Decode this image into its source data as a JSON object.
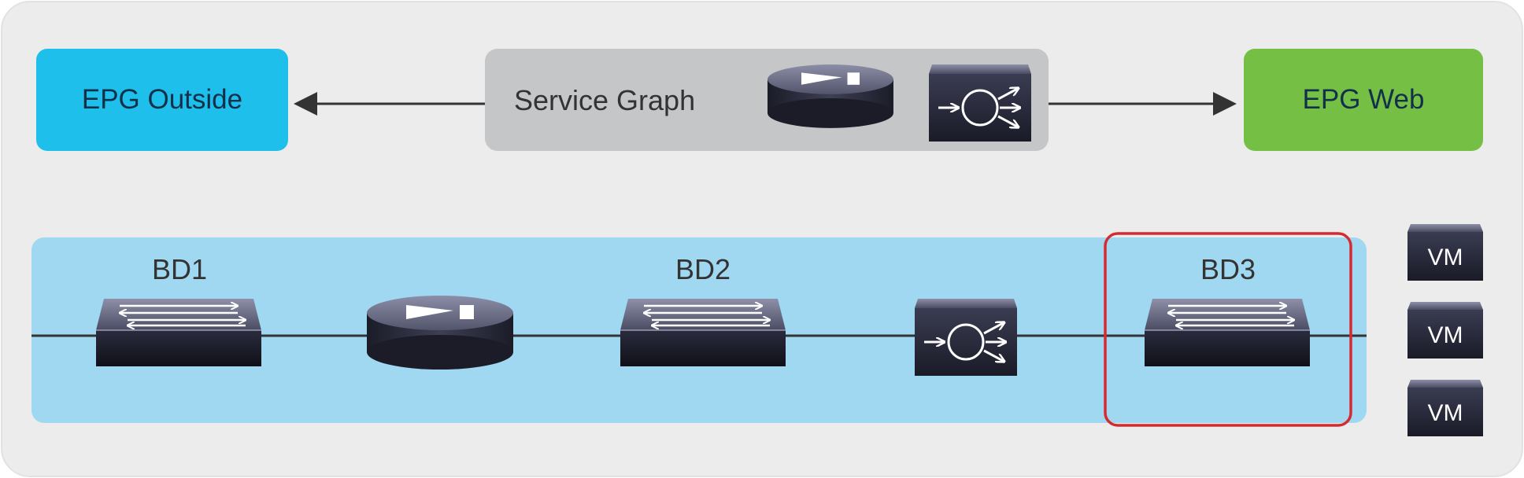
{
  "diagram": {
    "epg_outside": {
      "label": "EPG Outside",
      "color": "#1EBFEB"
    },
    "service_graph": {
      "label": "Service Graph",
      "color": "#C5C6C8"
    },
    "epg_web": {
      "label": "EPG Web",
      "color": "#75BF44"
    },
    "bridge_domains": [
      {
        "label": "BD1"
      },
      {
        "label": "BD2"
      },
      {
        "label": "BD3"
      }
    ],
    "vms": [
      {
        "label": "VM"
      },
      {
        "label": "VM"
      },
      {
        "label": "VM"
      }
    ],
    "colors": {
      "background": "#ECECEC",
      "bd_band": "#A0D8F1",
      "highlight": "#D52B30",
      "device_dark": "#1B1C2A",
      "device_light": "#5A5D76",
      "arrow": "#333333"
    }
  }
}
